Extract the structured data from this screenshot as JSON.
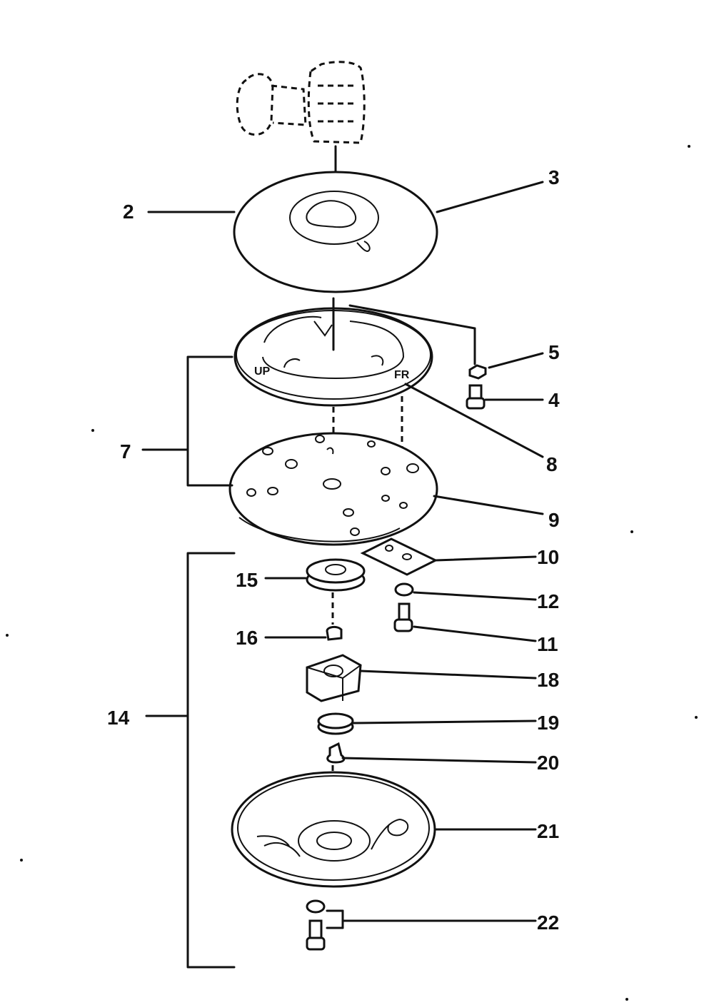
{
  "labels": {
    "l2": "2",
    "l3": "3",
    "l5": "5",
    "l4": "4",
    "l7": "7",
    "l8": "8",
    "l9": "9",
    "l10": "10",
    "l15": "15",
    "l12": "12",
    "l16": "16",
    "l11": "11",
    "l14": "14",
    "l18": "18",
    "l19": "19",
    "l20": "20",
    "l21": "21",
    "l22": "22"
  },
  "plate_marks": {
    "left": "UP",
    "right": "FR"
  }
}
